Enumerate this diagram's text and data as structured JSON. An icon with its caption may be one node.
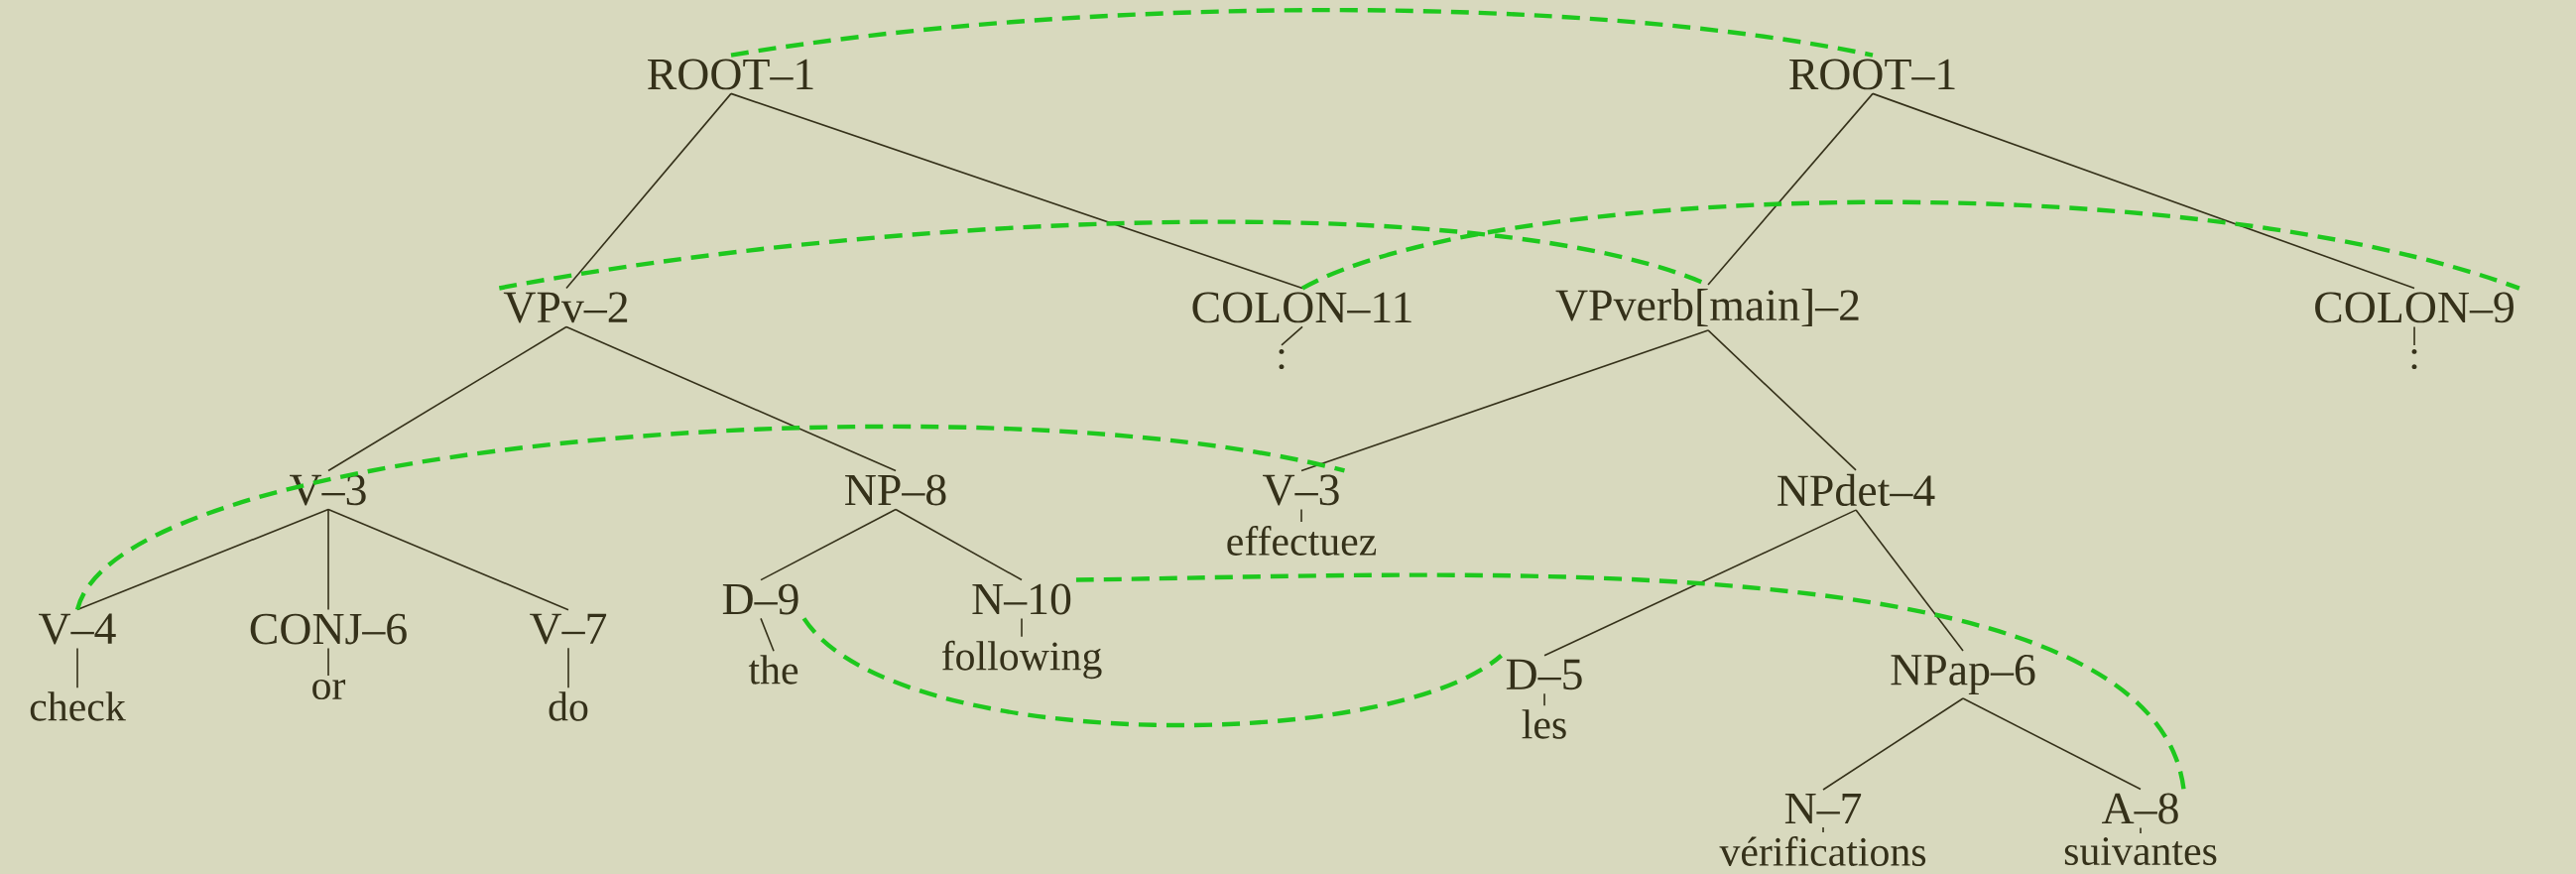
{
  "diagram": {
    "nodes": [
      {
        "text": [
          "ROOT–1"
        ]
      },
      {
        "text": [
          "VPv–2"
        ]
      },
      {
        "text": [
          "COLON–11"
        ]
      },
      {
        "text": [
          ":"
        ]
      },
      {
        "text": [
          "V–3"
        ]
      },
      {
        "text": [
          "NP–8"
        ]
      },
      {
        "text": [
          "V–4"
        ]
      },
      {
        "text": [
          "check"
        ]
      },
      {
        "text": [
          "CONJ–6"
        ]
      },
      {
        "text": [
          "or"
        ]
      },
      {
        "text": [
          "V–7"
        ]
      },
      {
        "text": [
          "do"
        ]
      },
      {
        "text": [
          "D–9"
        ]
      },
      {
        "text": [
          "the"
        ]
      },
      {
        "text": [
          "N–10"
        ]
      },
      {
        "text": [
          "following"
        ]
      },
      {
        "text": [
          "ROOT–1"
        ]
      },
      {
        "text": [
          "VPverb[main]–2"
        ]
      },
      {
        "text": [
          "COLON–9"
        ]
      },
      {
        "text": [
          ":"
        ]
      },
      {
        "text": [
          "V–3"
        ]
      },
      {
        "text": [
          "effectuez"
        ]
      },
      {
        "text": [
          "NPdet–4"
        ]
      },
      {
        "text": [
          "D–5"
        ]
      },
      {
        "text": [
          "les"
        ]
      },
      {
        "text": [
          "NPap–6"
        ]
      },
      {
        "text": [
          "N–7"
        ]
      },
      {
        "text": [
          "vérifications"
        ]
      },
      {
        "text": [
          "A–8"
        ]
      },
      {
        "text": [
          "suivantes"
        ]
      }
    ],
    "edges": [
      {
        "from": 0,
        "to": 1,
        "arrow": "none"
      },
      {
        "from": 0,
        "to": 2,
        "arrow": "none"
      },
      {
        "from": 2,
        "to": 3,
        "arrow": "none"
      },
      {
        "from": 1,
        "to": 4,
        "arrow": "none"
      },
      {
        "from": 1,
        "to": 5,
        "arrow": "none"
      },
      {
        "from": 4,
        "to": 6,
        "arrow": "none"
      },
      {
        "from": 4,
        "to": 8,
        "arrow": "none"
      },
      {
        "from": 4,
        "to": 10,
        "arrow": "none"
      },
      {
        "from": 6,
        "to": 7,
        "arrow": "none"
      },
      {
        "from": 8,
        "to": 9,
        "arrow": "none"
      },
      {
        "from": 10,
        "to": 11,
        "arrow": "none"
      },
      {
        "from": 5,
        "to": 12,
        "arrow": "none"
      },
      {
        "from": 5,
        "to": 14,
        "arrow": "none"
      },
      {
        "from": 12,
        "to": 13,
        "arrow": "none"
      },
      {
        "from": 14,
        "to": 15,
        "arrow": "none"
      },
      {
        "from": 16,
        "to": 17,
        "arrow": "none"
      },
      {
        "from": 16,
        "to": 18,
        "arrow": "none"
      },
      {
        "from": 18,
        "to": 19,
        "arrow": "none"
      },
      {
        "from": 17,
        "to": 20,
        "arrow": "none"
      },
      {
        "from": 17,
        "to": 22,
        "arrow": "none"
      },
      {
        "from": 20,
        "to": 21,
        "arrow": "none"
      },
      {
        "from": 22,
        "to": 23,
        "arrow": "none"
      },
      {
        "from": 22,
        "to": 25,
        "arrow": "none"
      },
      {
        "from": 23,
        "to": 24,
        "arrow": "none"
      },
      {
        "from": 25,
        "to": 26,
        "arrow": "none"
      },
      {
        "from": 25,
        "to": 28,
        "arrow": "none"
      },
      {
        "from": 26,
        "to": 27,
        "arrow": "none"
      },
      {
        "from": 28,
        "to": 29,
        "arrow": "none"
      },
      {
        "from": 0,
        "to": 16,
        "arrow": "none",
        "style": "dashed",
        "color": "#1ec81e"
      },
      {
        "from": 1,
        "to": 17,
        "arrow": "none",
        "style": "dashed",
        "color": "#1ec81e"
      },
      {
        "from": 2,
        "to": 18,
        "arrow": "none",
        "style": "dashed",
        "color": "#1ec81e"
      },
      {
        "from": 6,
        "to": 20,
        "arrow": "none",
        "style": "dashed",
        "color": "#1ec81e"
      },
      {
        "from": 12,
        "to": 23,
        "arrow": "none",
        "style": "dashed",
        "color": "#1ec81e"
      },
      {
        "from": 14,
        "to": 28,
        "arrow": "none",
        "style": "dashed",
        "color": "#1ec81e"
      }
    ]
  }
}
